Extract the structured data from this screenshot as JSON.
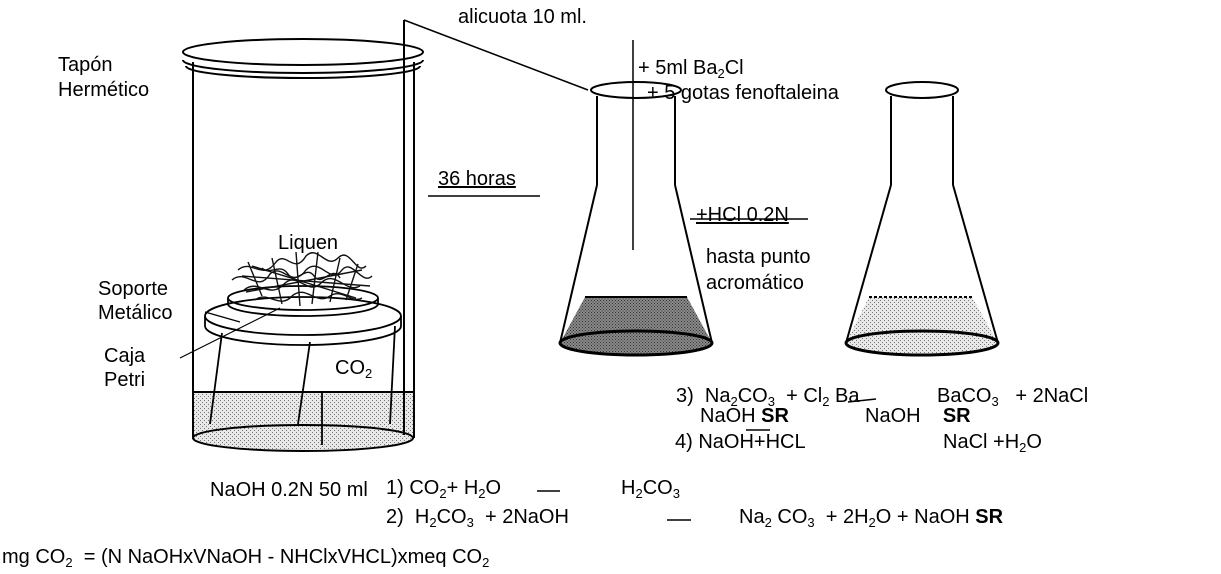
{
  "labels": {
    "alicuota": "alicuota 10 ml.",
    "tapon_1": "Tapón",
    "tapon_2": "Hermético",
    "bacl_prefix": "+ 5ml Ba",
    "bacl_sub": "2",
    "bacl_suffix": "Cl",
    "fenoftaleina": "+ 5 gotas fenoftaleina",
    "horas": "36 horas",
    "hcl": "+HCl 0.2N",
    "hasta_1": "hasta punto",
    "hasta_2": "acromático",
    "liquen": "Liquen",
    "soporte_1": "Soporte",
    "soporte_2": "Metálico",
    "caja_1": "Caja",
    "caja_2": "Petri",
    "co2": "CO",
    "co2_sub": "2",
    "naoh_solution": "NaOH 0.2N 50 ml"
  },
  "reactions": {
    "r1": {
      "num": "1)",
      "a": "CO",
      "a_sub": "2",
      "b": "+ H",
      "b_sub": "2",
      "c": "O",
      "product": "H",
      "p_sub1": "2",
      "p_mid": "CO",
      "p_sub2": "3"
    },
    "r2": {
      "num": "2)",
      "a": "H",
      "a_sub1": "2",
      "a_mid": "CO",
      "a_sub2": "3",
      "b": "+ 2NaOH",
      "p1": "Na",
      "p1_sub1": "2",
      "p1_mid": " CO",
      "p1_sub2": "3",
      "p2": "+ 2H",
      "p2_sub": "2",
      "p3": "O + NaOH",
      "sr": "SR"
    },
    "r3": {
      "num": "3)",
      "a": "Na",
      "a_sub1": "2",
      "a_mid": "CO",
      "a_sub2": "3",
      "b": "+ Cl",
      "b_sub": "2",
      "c": "Ba",
      "p1": "BaCO",
      "p1_sub": "3",
      "p2": "+ 2NaCl",
      "naoh_left": "NaOH",
      "sr_left": "SR",
      "naoh_right": "NaOH",
      "sr_right": "SR"
    },
    "r4": {
      "num": "4)",
      "a": "NaOH+HCL",
      "p": "NaCl +H",
      "p_sub": "2",
      "p_end": "O"
    }
  },
  "formula": {
    "lhs": "mg CO",
    "lhs_sub": "2",
    "rhs": "= (N NaOHxVNaOH - NHClxVHCL)xmeq CO",
    "rhs_sub": "2"
  },
  "colors": {
    "ink": "#000000",
    "dark_fill": "#6a6a6a",
    "light_fill": "#dcdcdc"
  }
}
